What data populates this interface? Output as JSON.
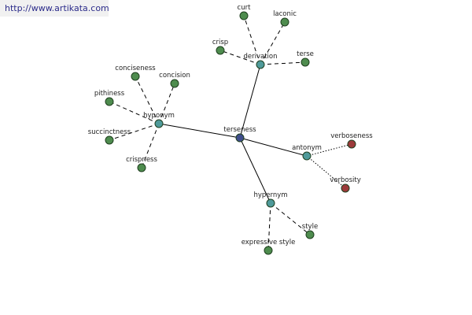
{
  "watermark": "http://www.artikata.com",
  "colors": {
    "center": "#3f4d8c",
    "relation": "#4f9a9a",
    "word": "#4e8c4e",
    "antonym_word": "#9c3a3a"
  },
  "graph": {
    "nodes": [
      {
        "id": "terseness",
        "label": "terseness",
        "kind": "center"
      },
      {
        "id": "derivation",
        "label": "derivation",
        "kind": "relation"
      },
      {
        "id": "hyponym",
        "label": "hyponym",
        "kind": "relation"
      },
      {
        "id": "antonym",
        "label": "antonym",
        "kind": "relation"
      },
      {
        "id": "hypernym",
        "label": "hypernym",
        "kind": "relation"
      },
      {
        "id": "curt",
        "label": "curt",
        "kind": "word"
      },
      {
        "id": "laconic",
        "label": "laconic",
        "kind": "word"
      },
      {
        "id": "crisp",
        "label": "crisp",
        "kind": "word"
      },
      {
        "id": "terse",
        "label": "terse",
        "kind": "word"
      },
      {
        "id": "conciseness",
        "label": "conciseness",
        "kind": "word"
      },
      {
        "id": "concision",
        "label": "concision",
        "kind": "word"
      },
      {
        "id": "pithiness",
        "label": "pithiness",
        "kind": "word"
      },
      {
        "id": "succinctness",
        "label": "succinctness",
        "kind": "word"
      },
      {
        "id": "crispness",
        "label": "crispness",
        "kind": "word"
      },
      {
        "id": "verboseness",
        "label": "verboseness",
        "kind": "antonym_word"
      },
      {
        "id": "verbosity",
        "label": "verbosity",
        "kind": "antonym_word"
      },
      {
        "id": "style",
        "label": "style",
        "kind": "word"
      },
      {
        "id": "expressive_style",
        "label": "expressive style",
        "kind": "word"
      }
    ],
    "edges": [
      {
        "from": "terseness",
        "to": "derivation",
        "style": "solid"
      },
      {
        "from": "terseness",
        "to": "hyponym",
        "style": "solid"
      },
      {
        "from": "terseness",
        "to": "antonym",
        "style": "solid"
      },
      {
        "from": "terseness",
        "to": "hypernym",
        "style": "solid"
      },
      {
        "from": "derivation",
        "to": "curt",
        "style": "dashed"
      },
      {
        "from": "derivation",
        "to": "laconic",
        "style": "dashed"
      },
      {
        "from": "derivation",
        "to": "crisp",
        "style": "dashed"
      },
      {
        "from": "derivation",
        "to": "terse",
        "style": "dashed"
      },
      {
        "from": "hyponym",
        "to": "conciseness",
        "style": "dashed"
      },
      {
        "from": "hyponym",
        "to": "concision",
        "style": "dashed"
      },
      {
        "from": "hyponym",
        "to": "pithiness",
        "style": "dashed"
      },
      {
        "from": "hyponym",
        "to": "succinctness",
        "style": "dashed"
      },
      {
        "from": "hyponym",
        "to": "crispness",
        "style": "dashed"
      },
      {
        "from": "antonym",
        "to": "verboseness",
        "style": "dotted"
      },
      {
        "from": "antonym",
        "to": "verbosity",
        "style": "dotted"
      },
      {
        "from": "hypernym",
        "to": "style",
        "style": "dashed"
      },
      {
        "from": "hypernym",
        "to": "expressive_style",
        "style": "dashed"
      }
    ]
  }
}
